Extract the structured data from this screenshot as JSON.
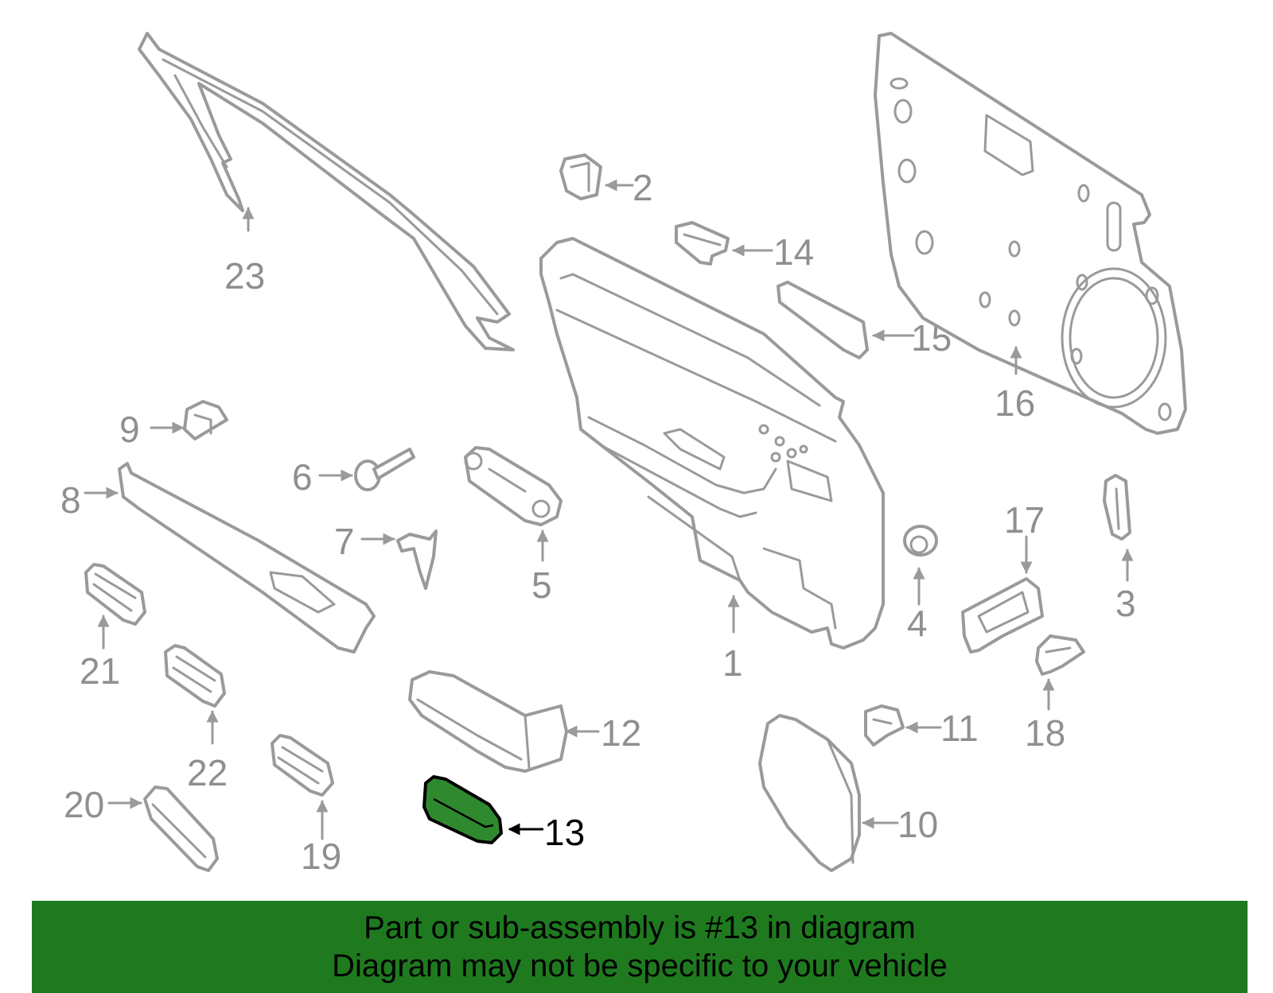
{
  "diagram": {
    "highlighted_part": "13",
    "highlight_color": "#2f8a2f",
    "callouts": [
      {
        "id": "1",
        "label": "1"
      },
      {
        "id": "2",
        "label": "2"
      },
      {
        "id": "3",
        "label": "3"
      },
      {
        "id": "4",
        "label": "4"
      },
      {
        "id": "5",
        "label": "5"
      },
      {
        "id": "6",
        "label": "6"
      },
      {
        "id": "7",
        "label": "7"
      },
      {
        "id": "8",
        "label": "8"
      },
      {
        "id": "9",
        "label": "9"
      },
      {
        "id": "10",
        "label": "10"
      },
      {
        "id": "11",
        "label": "11"
      },
      {
        "id": "12",
        "label": "12"
      },
      {
        "id": "13",
        "label": "13"
      },
      {
        "id": "14",
        "label": "14"
      },
      {
        "id": "15",
        "label": "15"
      },
      {
        "id": "16",
        "label": "16"
      },
      {
        "id": "17",
        "label": "17"
      },
      {
        "id": "18",
        "label": "18"
      },
      {
        "id": "19",
        "label": "19"
      },
      {
        "id": "20",
        "label": "20"
      },
      {
        "id": "21",
        "label": "21"
      },
      {
        "id": "22",
        "label": "22"
      },
      {
        "id": "23",
        "label": "23"
      }
    ]
  },
  "banner": {
    "line1": "Part or sub-assembly is #13 in diagram",
    "line2": "Diagram may not be specific to your vehicle",
    "background": "#1f7a1f"
  }
}
